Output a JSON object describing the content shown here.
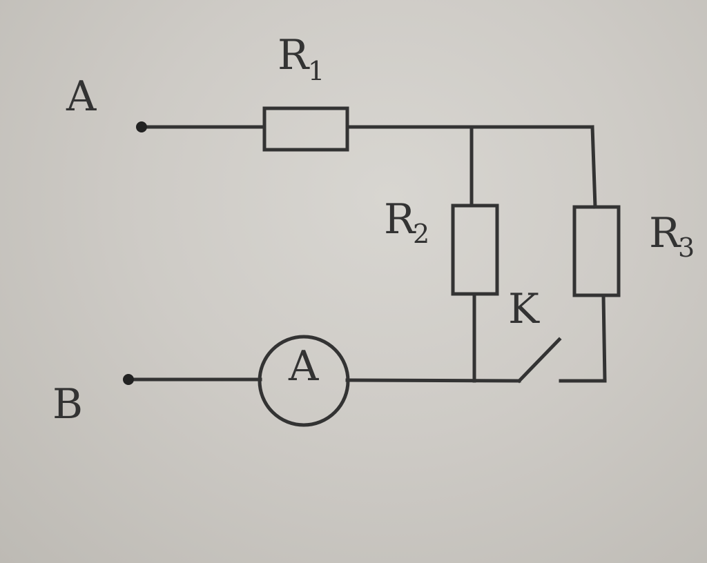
{
  "terminals": {
    "a": "A",
    "b": "B"
  },
  "resistors": {
    "r1": {
      "letter": "R",
      "index": "1"
    },
    "r2": {
      "letter": "R",
      "index": "2"
    },
    "r3": {
      "letter": "R",
      "index": "3"
    }
  },
  "switch": {
    "label": "K"
  },
  "ammeter": {
    "label": "A"
  },
  "colors": {
    "line": "#333333",
    "paper": "#cfcdc8"
  }
}
